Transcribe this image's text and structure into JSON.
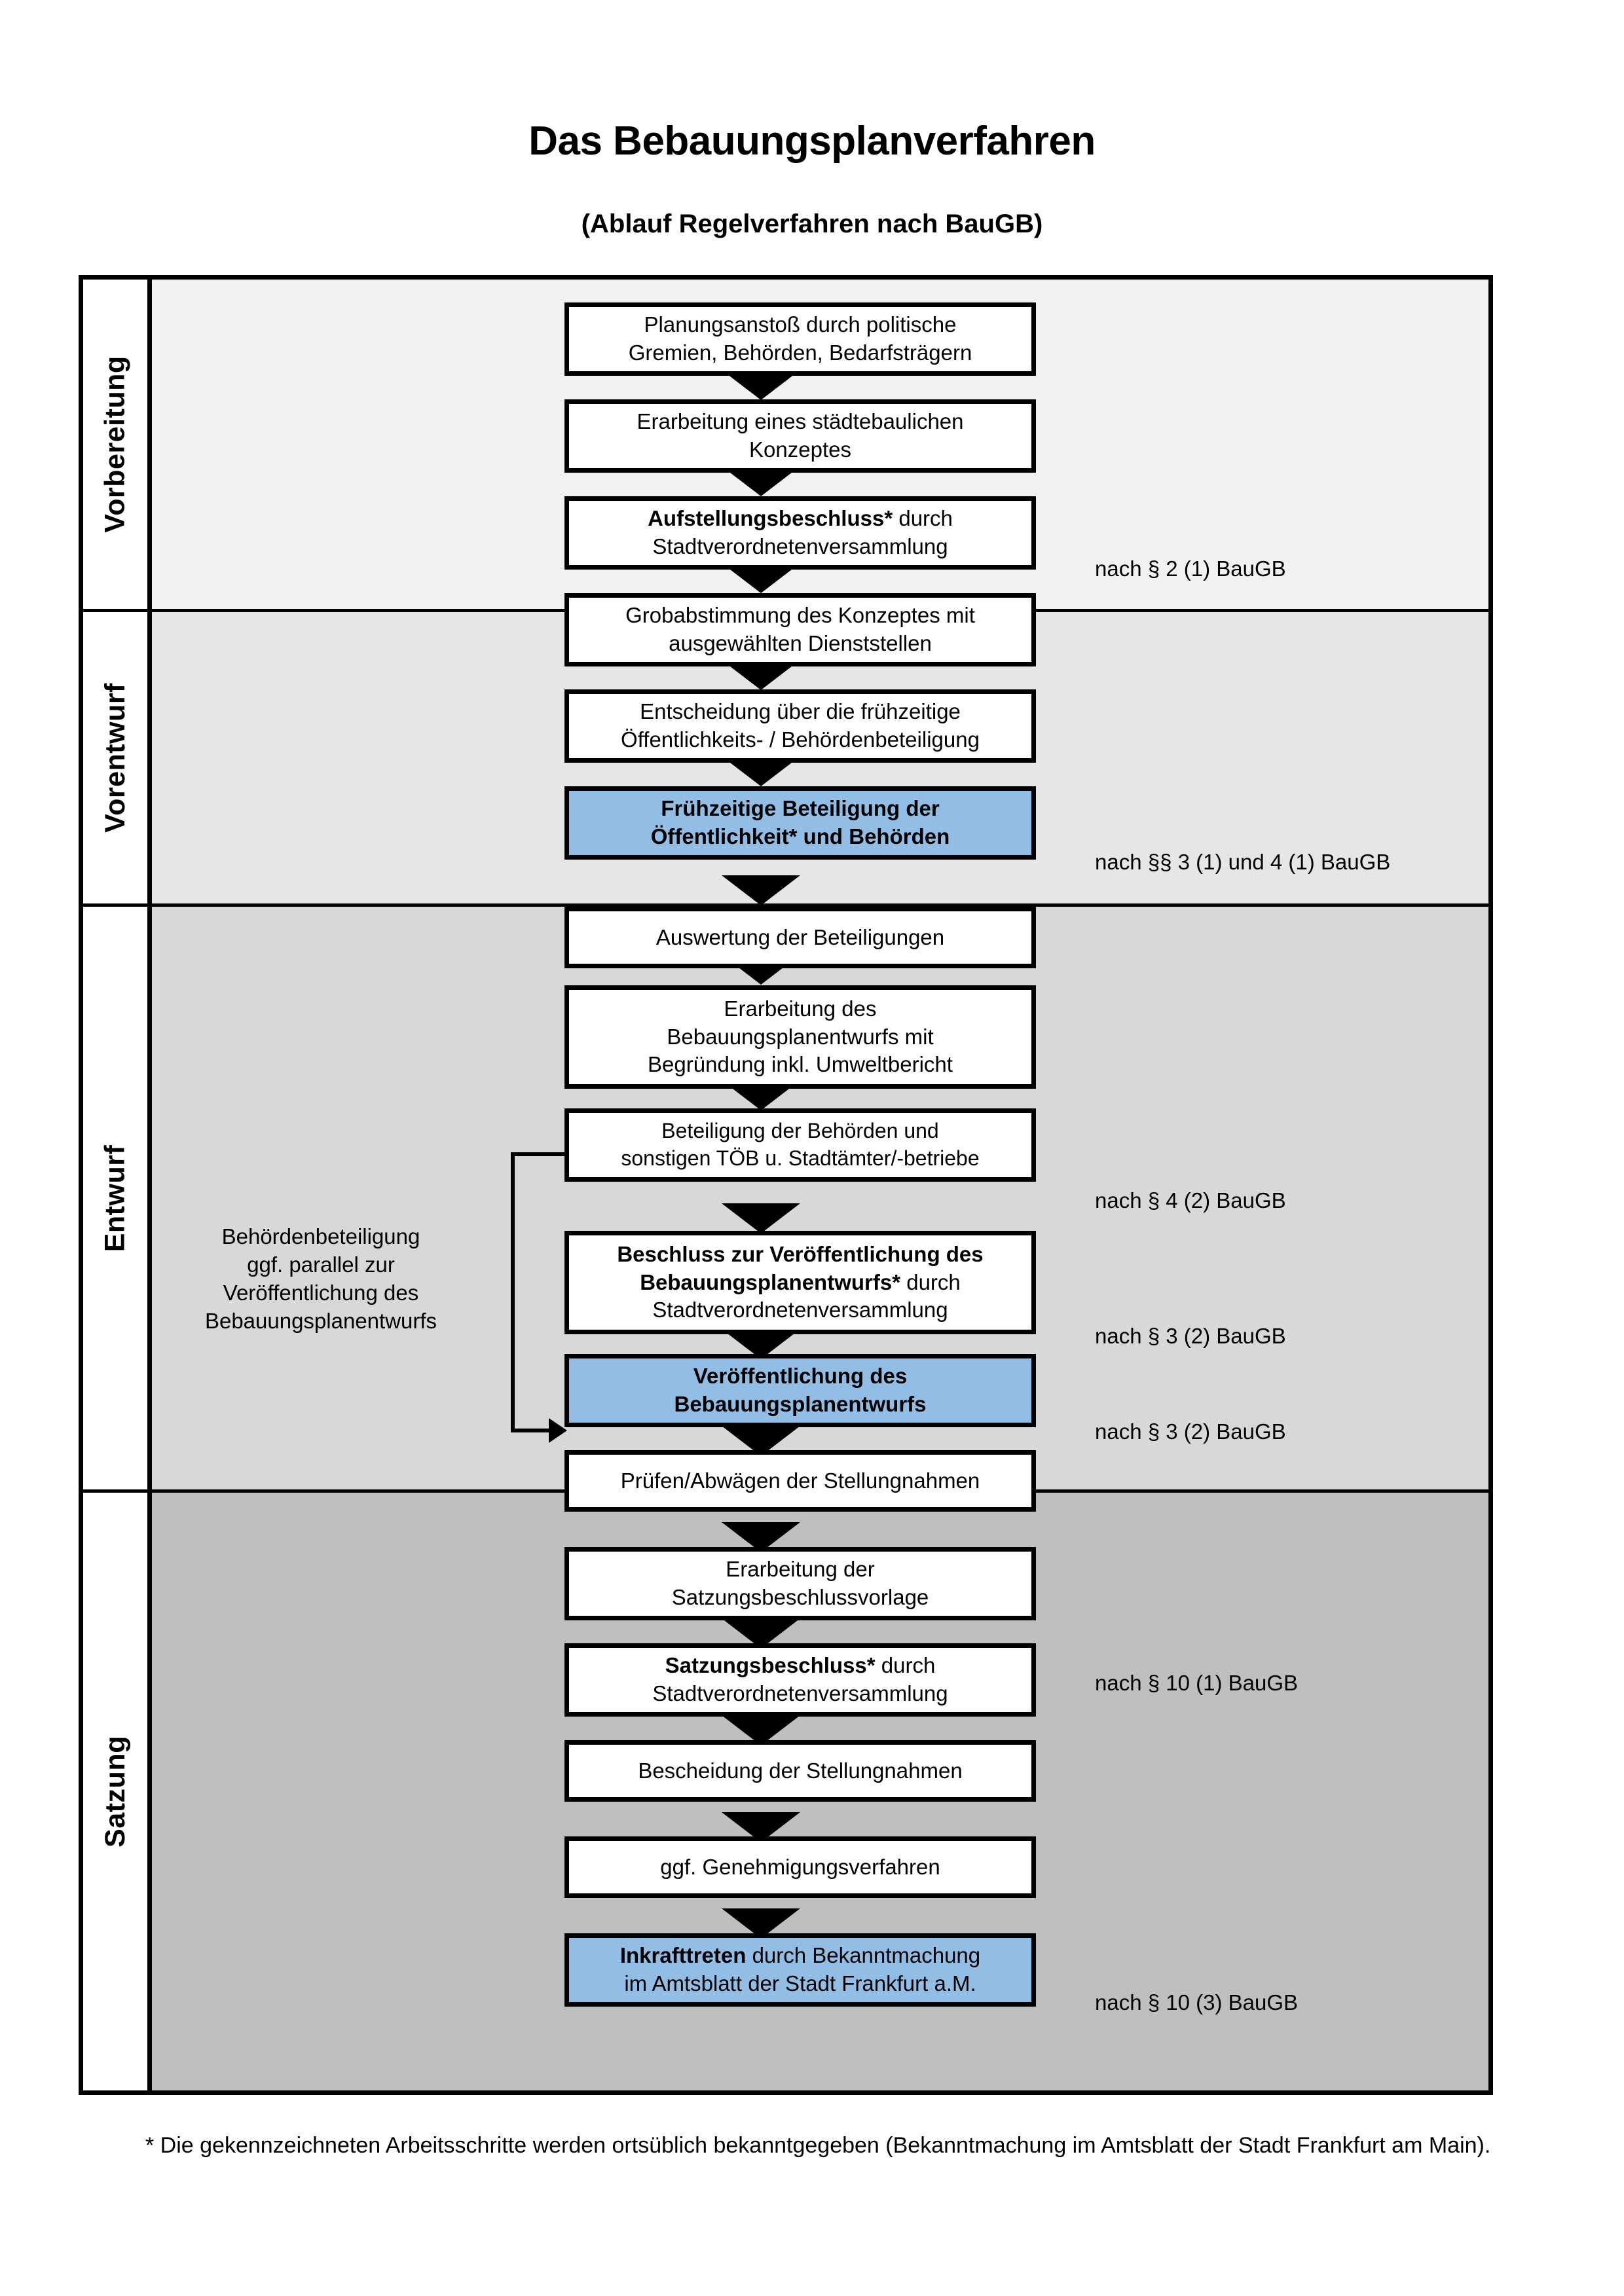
{
  "header": {
    "title": "Das Bebauungsplanverfahren",
    "subtitle": "(Ablauf Regelverfahren nach BauGB)"
  },
  "colors": {
    "highlight_box": "#92bde4",
    "band_vorbereitung": "#f1f1f1",
    "band_vorentwurf": "#e6e6e6",
    "band_entwurf": "#d8d8d8",
    "band_satzung": "#bfbfbf",
    "border": "#000000"
  },
  "phases": [
    {
      "id": "vorbereitung",
      "label": "Vorbereitung"
    },
    {
      "id": "vorentwurf",
      "label": "Vorentwurf"
    },
    {
      "id": "entwurf",
      "label": "Entwurf"
    },
    {
      "id": "satzung",
      "label": "Satzung"
    }
  ],
  "steps": [
    {
      "id": "planungsanstoss",
      "phase": "vorbereitung",
      "highlighted": false,
      "lines": [
        {
          "text": "Planungsanstoß durch politische",
          "bold": false
        },
        {
          "text": "Gremien, Behörden, Bedarfsträgern",
          "bold": false
        }
      ]
    },
    {
      "id": "staedtebauliches-konzept",
      "phase": "vorbereitung",
      "highlighted": false,
      "lines": [
        {
          "text": "Erarbeitung eines städtebaulichen",
          "bold": false
        },
        {
          "text": "Konzeptes",
          "bold": false
        }
      ]
    },
    {
      "id": "aufstellungsbeschluss",
      "phase": "vorbereitung",
      "highlighted": false,
      "lines": [
        {
          "text": "Aufstellungsbeschluss*",
          "bold": true
        },
        {
          "text": " durch",
          "bold": false
        },
        {
          "text": "Stadtverordnetenversammlung",
          "bold": false
        }
      ]
    },
    {
      "id": "grobabstimmung",
      "phase": "vorentwurf",
      "highlighted": false,
      "lines": [
        {
          "text": "Grobabstimmung des Konzeptes mit",
          "bold": false
        },
        {
          "text": "ausgewählten Dienststellen",
          "bold": false
        }
      ]
    },
    {
      "id": "entscheidung-fruehzeitig",
      "phase": "vorentwurf",
      "highlighted": false,
      "lines": [
        {
          "text": "Entscheidung über die frühzeitige",
          "bold": false
        },
        {
          "text": "Öffentlichkeits- / Behördenbeteiligung",
          "bold": false
        }
      ]
    },
    {
      "id": "fruehzeitige-beteiligung",
      "phase": "vorentwurf",
      "highlighted": true,
      "lines": [
        {
          "text": "Frühzeitige Beteiligung der",
          "bold": true
        },
        {
          "text": "Öffentlichkeit* und Behörden",
          "bold": true
        }
      ]
    },
    {
      "id": "auswertung-beteiligungen",
      "phase": "entwurf",
      "highlighted": false,
      "lines": [
        {
          "text": "Auswertung der Beteiligungen",
          "bold": false
        }
      ]
    },
    {
      "id": "erarbeitung-bebauungsplanentwurf",
      "phase": "entwurf",
      "highlighted": false,
      "lines": [
        {
          "text": "Erarbeitung des",
          "bold": false
        },
        {
          "text": "Bebauungsplanentwurfs mit",
          "bold": false
        },
        {
          "text": "Begründung inkl. Umweltbericht",
          "bold": false
        }
      ]
    },
    {
      "id": "beteiligung-behoerden-toeb",
      "phase": "entwurf",
      "highlighted": false,
      "lines": [
        {
          "text": "Beteiligung der Behörden und",
          "bold": false
        },
        {
          "text": "sonstigen TÖB u. Stadtämter/-betriebe",
          "bold": false
        }
      ]
    },
    {
      "id": "beschluss-veroeffentlichung",
      "phase": "entwurf",
      "highlighted": false,
      "lines": [
        {
          "text": "Beschluss zur Veröffentlichung des",
          "bold": true
        },
        {
          "text": "Bebauungsplanentwurfs*",
          "bold": true
        },
        {
          "text": " durch",
          "bold": false
        },
        {
          "text": "Stadtverordnetenversammlung",
          "bold": false
        }
      ]
    },
    {
      "id": "veroeffentlichung-entwurf",
      "phase": "entwurf",
      "highlighted": true,
      "lines": [
        {
          "text": "Veröffentlichung des",
          "bold": true
        },
        {
          "text": "Bebauungsplanentwurfs",
          "bold": true
        }
      ]
    },
    {
      "id": "pruefen-abwaegen",
      "phase": "satzung",
      "highlighted": false,
      "lines": [
        {
          "text": "Prüfen/Abwägen der Stellungnahmen",
          "bold": false
        }
      ]
    },
    {
      "id": "erarbeitung-satzungsvorlage",
      "phase": "satzung",
      "highlighted": false,
      "lines": [
        {
          "text": "Erarbeitung der",
          "bold": false
        },
        {
          "text": "Satzungsbeschlussvorlage",
          "bold": false
        }
      ]
    },
    {
      "id": "satzungsbeschluss",
      "phase": "satzung",
      "highlighted": false,
      "lines": [
        {
          "text": "Satzungsbeschluss*",
          "bold": true
        },
        {
          "text": " durch",
          "bold": false
        },
        {
          "text": "Stadtverordnetenversammlung",
          "bold": false
        }
      ]
    },
    {
      "id": "bescheidung-stellungnahmen",
      "phase": "satzung",
      "highlighted": false,
      "lines": [
        {
          "text": "Bescheidung der Stellungnahmen",
          "bold": false
        }
      ]
    },
    {
      "id": "genehmigungsverfahren",
      "phase": "satzung",
      "highlighted": false,
      "lines": [
        {
          "text": "ggf. Genehmigungsverfahren",
          "bold": false
        }
      ]
    },
    {
      "id": "inkrafttreten",
      "phase": "satzung",
      "highlighted": true,
      "lines": [
        {
          "text": "Inkrafttreten",
          "bold": true
        },
        {
          "text": " durch Bekanntmachung",
          "bold": false
        },
        {
          "text": "im Amtsblatt der Stadt Frankfurt a.M.",
          "bold": false
        }
      ]
    }
  ],
  "legal_refs": [
    {
      "id": "ref-aufstellungsbeschluss",
      "text": "nach § 2 (1) BauGB"
    },
    {
      "id": "ref-fruehzeitige-beteiligung",
      "text": "nach §§ 3 (1) und 4 (1) BauGB"
    },
    {
      "id": "ref-behoerdenbeteiligung",
      "text": "nach § 4 (2) BauGB"
    },
    {
      "id": "ref-beschluss-veroeffentlichung",
      "text": "nach § 3 (2) BauGB"
    },
    {
      "id": "ref-veroeffentlichung",
      "text": "nach § 3 (2) BauGB"
    },
    {
      "id": "ref-satzungsbeschluss",
      "text": "nach § 10 (1) BauGB"
    },
    {
      "id": "ref-inkrafttreten",
      "text": "nach § 10 (3) BauGB"
    }
  ],
  "parallel_note": {
    "lines": [
      "Behördenbeteiligung",
      "ggf. parallel zur",
      "Veröffentlichung des",
      "Bebauungsplanentwurfs"
    ]
  },
  "footnote": {
    "text": "* Die gekennzeichneten Arbeitsschritte werden ortsüblich bekanntgegeben (Bekanntmachung im Amtsblatt  der Stadt Frankfurt am Main)."
  }
}
